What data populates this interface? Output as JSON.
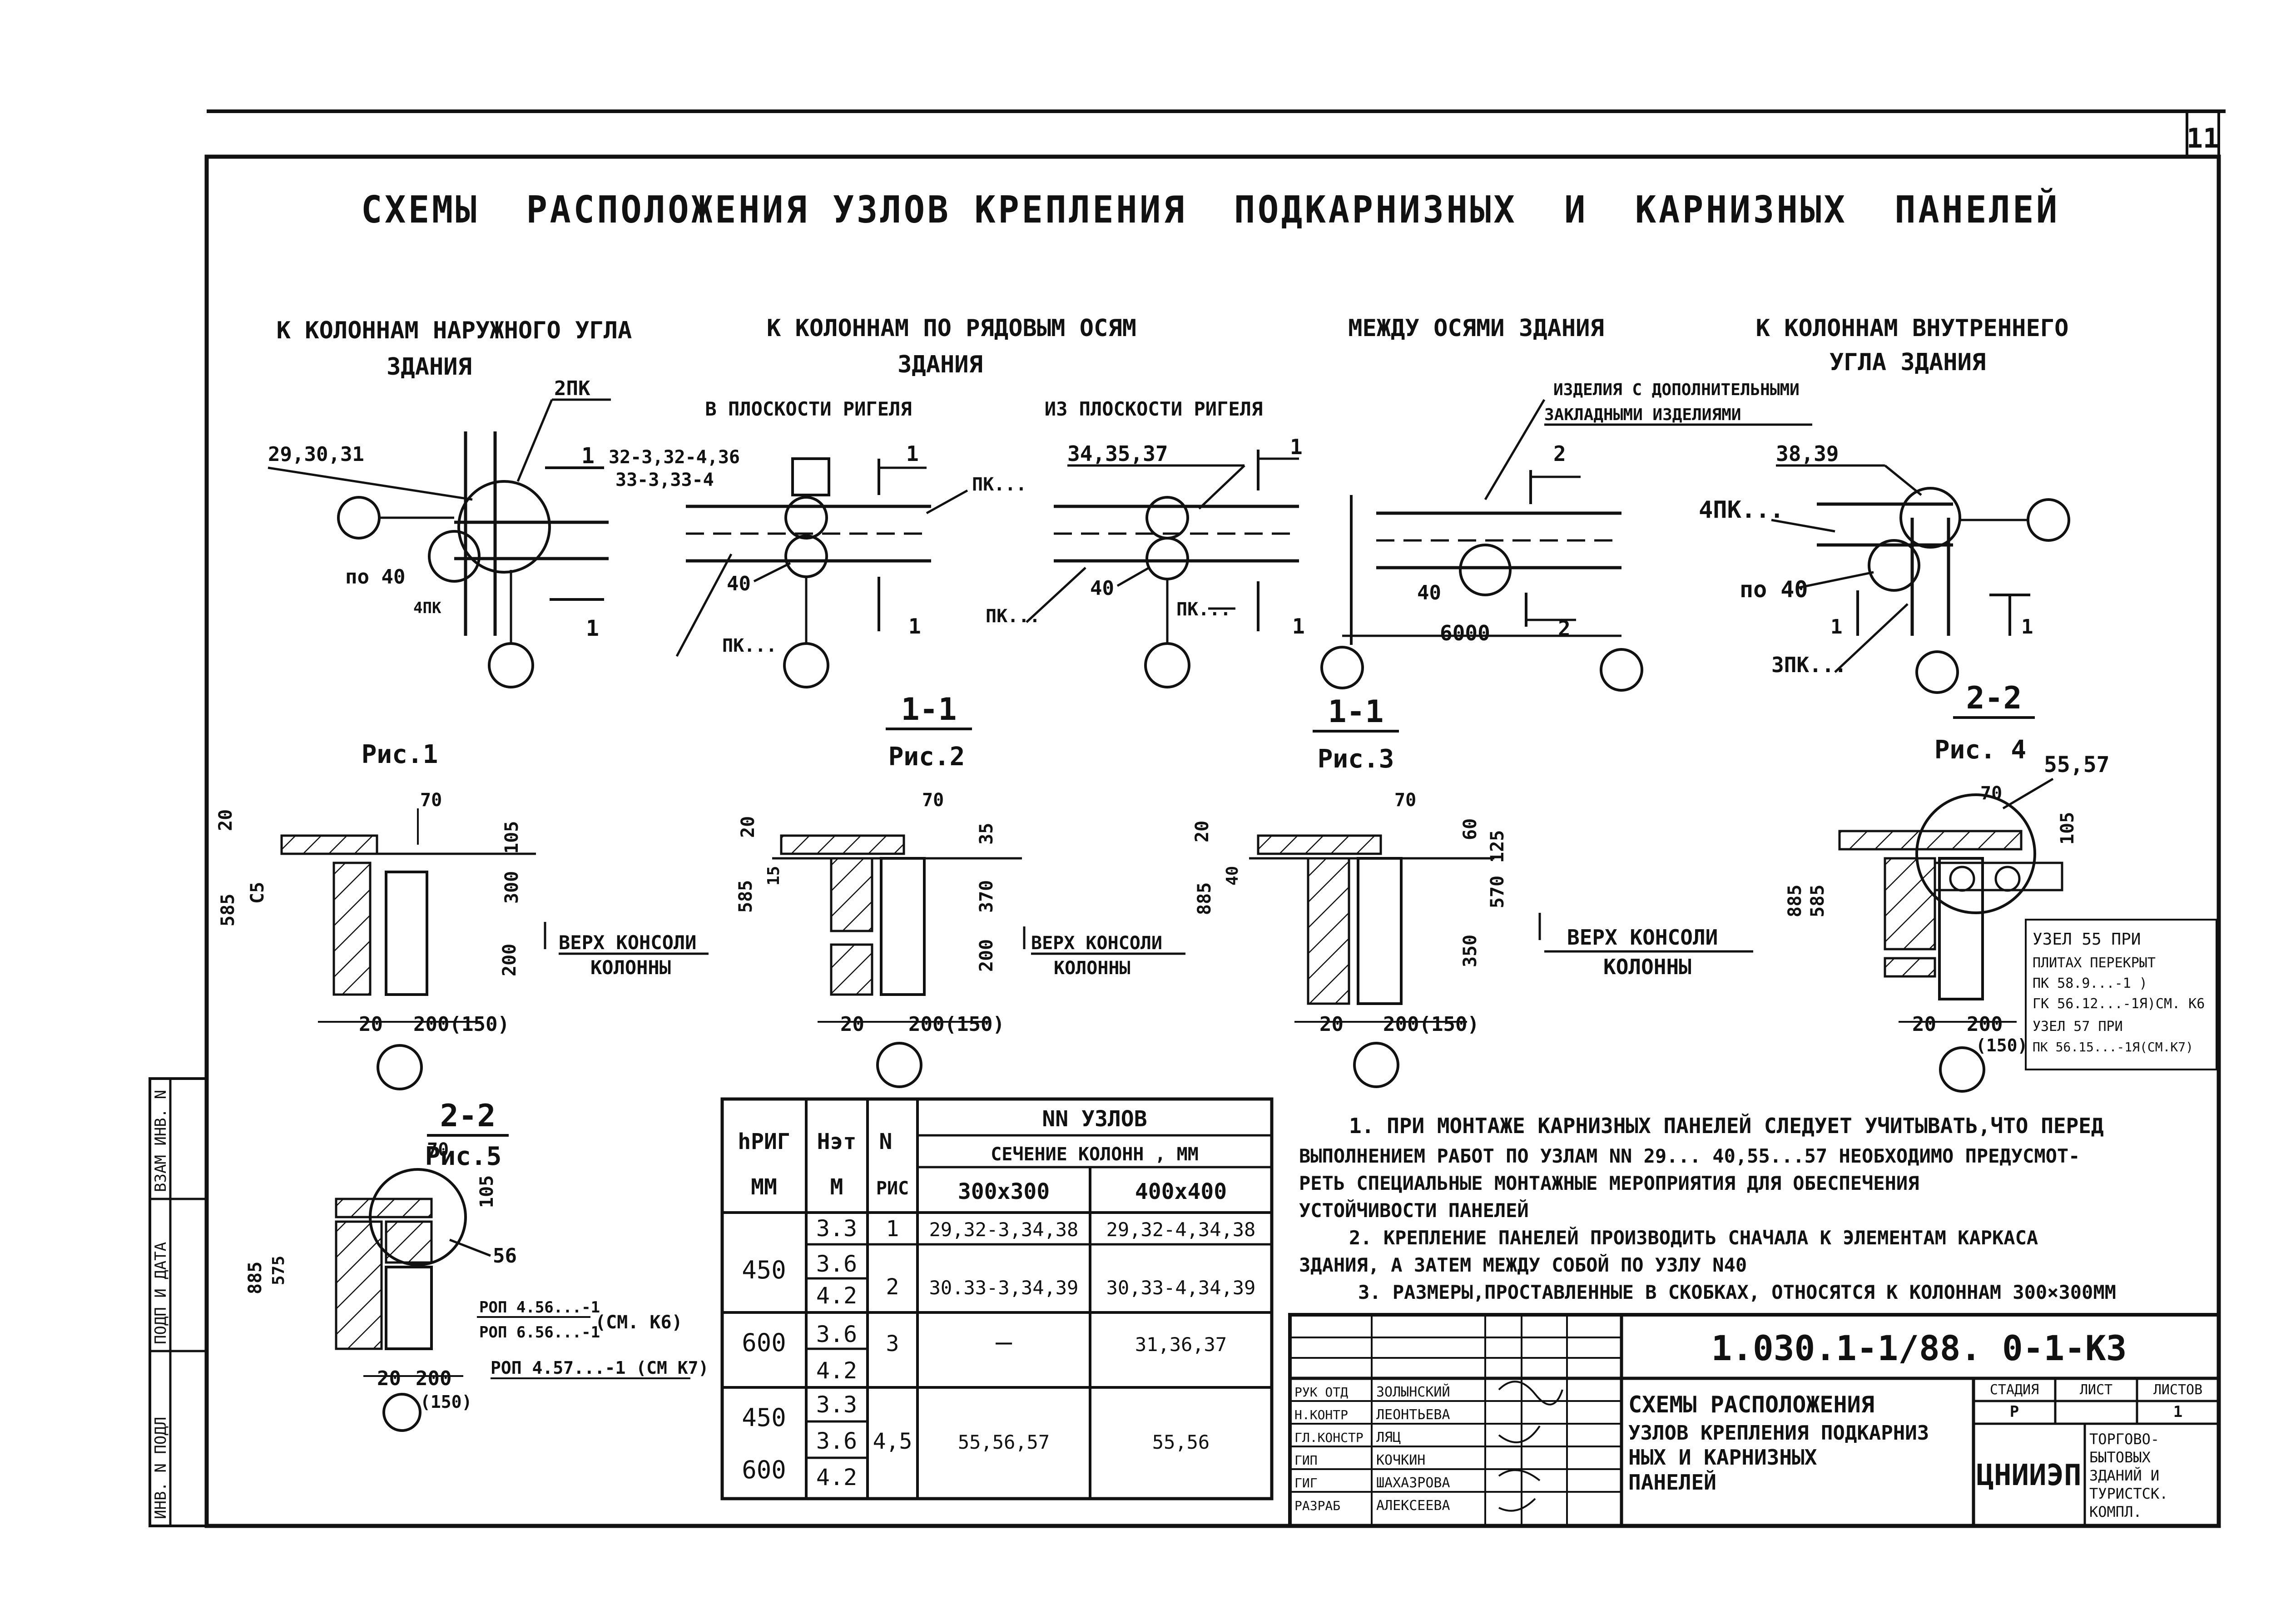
{
  "page_number": "11",
  "title": "СХЕМЫ  РАСПОЛОЖЕНИЯ УЗЛОВ КРЕПЛЕНИЯ  ПОДКАРНИЗНЫХ  И  КАРНИЗНЫХ  ПАНЕЛЕЙ",
  "schemes": [
    {
      "head1": "К КОЛОННАМ НАРУЖНОГО УГЛА",
      "head2": "ЗДАНИЯ",
      "labels": {
        "a": "29,30,31",
        "b": "2ПК",
        "c": "1",
        "d": "32-3,32-4,36",
        "e": "33-3,33-4",
        "f": "по 40",
        "g": "4ПК",
        "h": "1"
      },
      "fig": "Рис.1"
    },
    {
      "head1": "К КОЛОННАМ ПО РЯДОВЫМ ОСЯМ",
      "head2": "ЗДАНИЯ",
      "sub_a": "В ПЛОСКОСТИ РИГЕЛЯ",
      "sub_b": "ИЗ ПЛОСКОСТИ РИГЕЛЯ",
      "labels": {
        "a": "1",
        "b": "ПК...",
        "c": "40",
        "d": "ПК...",
        "e": "1",
        "f": "34,35,37",
        "g": "1",
        "h": "40",
        "i": "ПК...",
        "j": "ПК...",
        "k": "1"
      },
      "section": "1-1",
      "fig": "Рис.2"
    },
    {
      "head1": "МЕЖДУ ОСЯМИ ЗДАНИЯ",
      "note1": "ИЗДЕЛИЯ С ДОПОЛНИТЕЛЬНЫМИ",
      "note2": "ЗАКЛАДНЫМИ ИЗДЕЛИЯМИ",
      "labels": {
        "a": "2",
        "b": "40",
        "c": "6000",
        "d": "2"
      },
      "section": "1-1",
      "fig": "Рис.3"
    },
    {
      "head1": "К КОЛОННАМ ВНУТРЕННЕГО",
      "head2": "УГЛА ЗДАНИЯ",
      "labels": {
        "a": "38,39",
        "b": "4ПК...",
        "c": "по 40",
        "d": "1",
        "e": "3ПК...",
        "f": "1"
      },
      "section": "2-2",
      "fig": "Рис. 4"
    }
  ],
  "section_details": {
    "d1": {
      "dims": [
        "70",
        "20",
        "105",
        "585",
        "С5",
        "300",
        "200",
        "20",
        "200(150)"
      ],
      "note": [
        "ВЕРХ КОНСОЛИ",
        "КОЛОННЫ"
      ]
    },
    "d2": {
      "dims": [
        "70",
        "20",
        "35",
        "585",
        "15",
        "370",
        "200",
        "20",
        "200(150)"
      ],
      "note": [
        "ВЕРХ КОНСОЛИ",
        "КОЛОННЫ"
      ]
    },
    "d3": {
      "dims": [
        "70",
        "20",
        "60",
        "125",
        "885",
        "40",
        "570",
        "350",
        "20",
        "200(150)"
      ],
      "note": [
        "ВЕРХ КОНСОЛИ",
        "КОЛОННЫ"
      ]
    },
    "d4": {
      "dims": [
        "55,57",
        "70",
        "105",
        "885",
        "585",
        "20",
        "200",
        "(150)"
      ],
      "note": [
        "УЗЕЛ 55 ПРИ",
        "ПЛИТАХ ПЕРЕКРЫТ",
        "ПК 58.9...-1 ) ",
        "ГК 56.12...-1Я)СМ. К6",
        "УЗЕЛ 57 ПРИ",
        "ПК 56.15...-1Я(СМ.К7)"
      ]
    }
  },
  "fig5": {
    "section": "2-2",
    "fig": "Рис.5",
    "dims": [
      "70",
      "105",
      "56",
      "885",
      "575",
      "20",
      "200",
      "(150)"
    ],
    "notes": [
      "РОП 4.56...-1",
      "(СМ. К6)",
      "РОП 6.56...-1",
      "РОП 4.57...-1 (СМ К7)"
    ]
  },
  "table": {
    "h_rig": "hРИГ",
    "h_rig_unit": "ММ",
    "h_et": "Нэт",
    "h_et_unit": "М",
    "n": "N",
    "n_unit": "РИС",
    "nodes_head": "NN  УЗЛОВ",
    "col_section": "СЕЧЕНИЕ КОЛОНН , ММ",
    "c300": "300х300",
    "c400": "400х400",
    "rows": [
      {
        "h": "",
        "het": "3.3",
        "n": "1",
        "a": "29,32-3,34,38",
        "b": "29,32-4,34,38"
      },
      {
        "h": "450",
        "het": "3.6",
        "n": "",
        "a": "",
        "b": ""
      },
      {
        "h": "",
        "het": "4.2",
        "n": "2",
        "a": "30.33-3,34,39",
        "b": "30,33-4,34,39"
      },
      {
        "h": "600",
        "het": "3.6",
        "n": "3",
        "a": "—",
        "b": "31,36,37"
      },
      {
        "h": "",
        "het": "4.2",
        "n": "",
        "a": "",
        "b": ""
      },
      {
        "h": "450",
        "het": "3.3",
        "n": "",
        "a": "",
        "b": ""
      },
      {
        "h": "",
        "het": "3.6",
        "n": "4,5",
        "a": "55,56,57",
        "b": "55,56"
      },
      {
        "h": "600",
        "het": "4.2",
        "n": "",
        "a": "",
        "b": ""
      }
    ]
  },
  "notes": [
    "1. ПРИ МОНТАЖЕ КАРНИЗНЫХ ПАНЕЛЕЙ СЛЕДУЕТ УЧИТЫВАТЬ,ЧТО ПЕРЕД",
    "ВЫПОЛНЕНИЕМ РАБОТ ПО УЗЛАМ  NN 29... 40,55...57 НЕОБХОДИМО ПРЕДУСМОТ-",
    "РЕТЬ  СПЕЦИАЛЬНЫЕ МОНТАЖНЫЕ МЕРОПРИЯТИЯ ДЛЯ ОБЕСПЕЧЕНИЯ",
    "УСТОЙЧИВОСТИ ПАНЕЛЕЙ",
    "2. КРЕПЛЕНИЕ ПАНЕЛЕЙ ПРОИЗВОДИТЬ СНАЧАЛА К ЭЛЕМЕНТАМ КАРКАСА",
    "ЗДАНИЯ, А ЗАТЕМ МЕЖДУ СОБОЙ ПО УЗЛУ N40",
    "3. РАЗМЕРЫ,ПРОСТАВЛЕННЫЕ В СКОБКАХ, ОТНОСЯТСЯ К КОЛОННАМ 300×300ММ"
  ],
  "stamp": {
    "code": "1.030.1-1/88. 0-1-К3",
    "roles": [
      "РУК ОТД",
      "Н.КОНТР",
      "ГЛ.КОНСТР",
      "ГИП",
      "ГИГ",
      "РАЗРАБ"
    ],
    "names": [
      "ЗОЛЫНСКИЙ",
      "ЛЕОНТЬЕВА",
      "ЛЯЦ",
      "КОЧКИН",
      "ШАХАЗРОВА",
      "АЛЕКСЕЕВА"
    ],
    "title": [
      "СХЕМЫ  РАСПОЛОЖЕНИЯ",
      "УЗЛОВ КРЕПЛЕНИЯ ПОДКАРНИЗ",
      "НЫХ И КАРНИЗНЫХ",
      "ПАНЕЛЕЙ"
    ],
    "stage_h": "СТАДИЯ",
    "sheet_h": "ЛИСТ",
    "sheets_h": "ЛИСТОВ",
    "stage": "Р",
    "sheet": "",
    "sheets": "1",
    "org": "ЦНИИЭП",
    "org2": [
      "ТОРГОВО-",
      "БЫТОВЫХ",
      "ЗДАНИЙ И",
      "ТУРИСТСК.",
      "КОМПЛ."
    ]
  },
  "side_stamp": [
    "ИНВ. N ПОДЛ",
    "ПОДП И ДАТА",
    "ВЗАМ ИНВ. N"
  ]
}
